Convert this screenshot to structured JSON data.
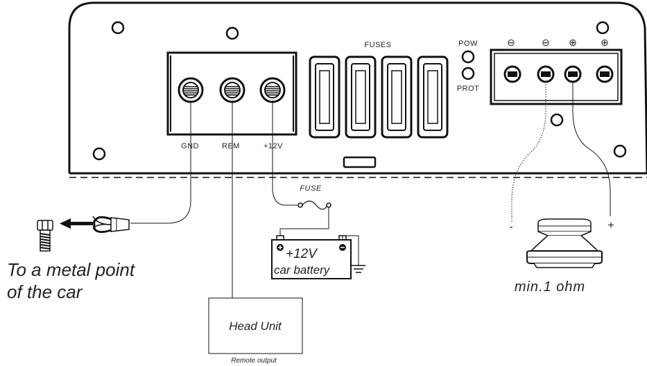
{
  "amplifier": {
    "power_terminal_labels": [
      "GND",
      "REM",
      "+12V"
    ],
    "fuses_label": "FUSES",
    "pow_label": "POW",
    "prot_label": "PROT",
    "speaker_terminal_polarities": [
      "⊖",
      "⊖",
      "⊕",
      "⊕"
    ]
  },
  "wiring": {
    "fuse_label": "FUSE",
    "battery": {
      "voltage": "+12V",
      "name": "car battery"
    },
    "ground_caption_line1": "To a metal point",
    "ground_caption_line2": "of the car",
    "head_unit_label": "Head Unit",
    "head_unit_caption": "Remote output",
    "speaker_minus": "-",
    "speaker_plus": "+",
    "speaker_caption": "min.1 ohm"
  }
}
